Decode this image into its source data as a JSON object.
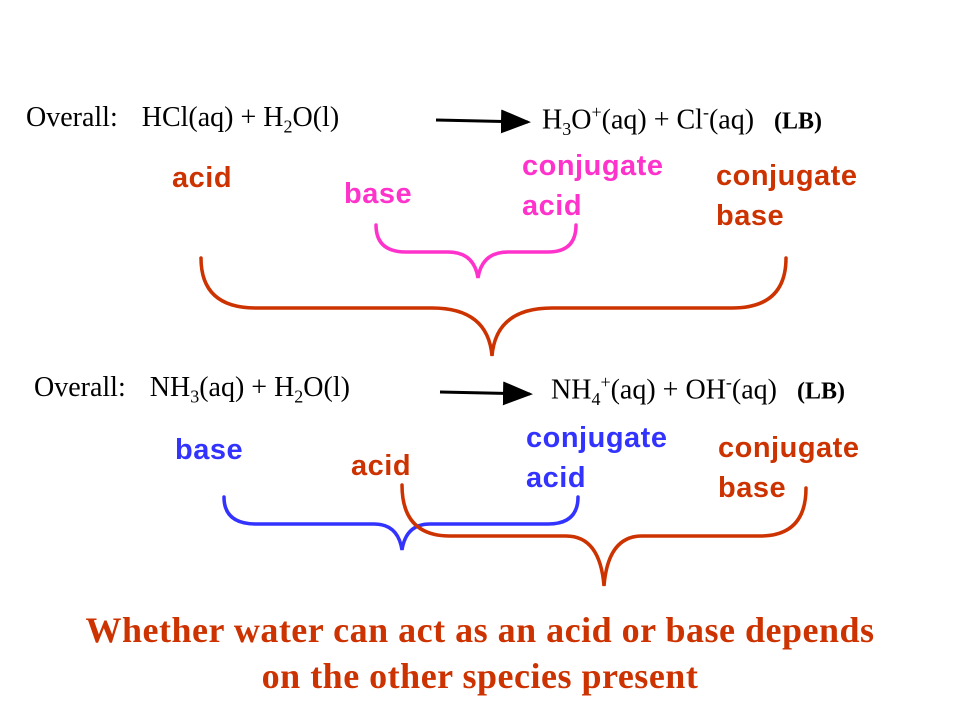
{
  "colors": {
    "orange": "#cc3300",
    "pink": "#ff33cc",
    "blue": "#3333ff",
    "text": "#000000"
  },
  "equation1": {
    "prefix": "Overall:",
    "lhs_a": "HCl(aq) + H",
    "lhs_sub": "2",
    "lhs_b": "O(l)",
    "rhs_a": "H",
    "rhs_sub": "3",
    "rhs_b": "O",
    "rhs_sup": "+",
    "rhs_c": "(aq) + Cl",
    "rhs_sup2": "-",
    "rhs_d": "(aq)",
    "tag": "(LB)",
    "labels": {
      "acid": "acid",
      "base": "base",
      "conj_acid_1": "conjugate",
      "conj_acid_2": "acid",
      "conj_base_1": "conjugate",
      "conj_base_2": "base"
    }
  },
  "equation2": {
    "prefix": "Overall:",
    "lhs_a": "NH",
    "lhs_sub": "3",
    "lhs_b": "(aq) + H",
    "lhs_sub2": "2",
    "lhs_c": "O(l)",
    "rhs_a": "NH",
    "rhs_sub": "4",
    "rhs_sup": "+",
    "rhs_b": "(aq) + OH",
    "rhs_sup2": "-",
    "rhs_c": "(aq)",
    "tag": "(LB)",
    "labels": {
      "base": "base",
      "acid": "acid",
      "conj_acid_1": "conjugate",
      "conj_acid_2": "acid",
      "conj_base_1": "conjugate",
      "conj_base_2": "base"
    }
  },
  "footer": {
    "line1": "Whether water can act as an acid or base depends",
    "line2": "on the other species present"
  }
}
